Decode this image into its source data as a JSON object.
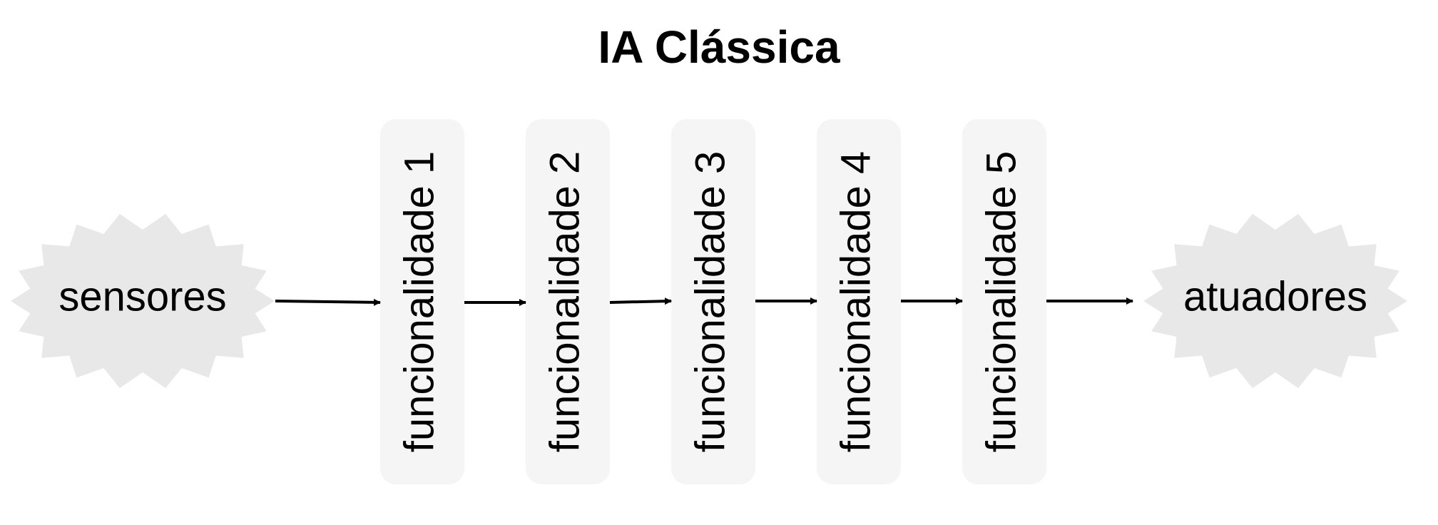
{
  "title": "IA Clássica",
  "input_node": "sensores",
  "output_node": "atuadores",
  "stages": [
    "funcionalidade 1",
    "funcionalidade 2",
    "funcionalidade 3",
    "funcionalidade 4",
    "funcionalidade 5"
  ],
  "colors": {
    "burst_fill": "#e8e8e8",
    "stage_fill": "#f5f5f5",
    "arrow": "#000000",
    "text": "#000000"
  }
}
